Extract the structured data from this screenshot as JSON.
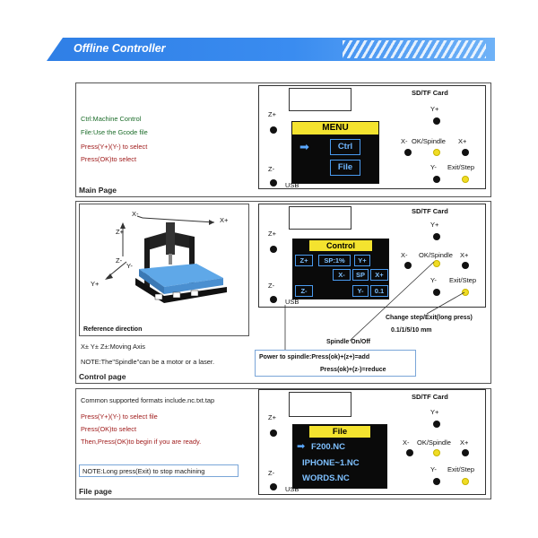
{
  "header": {
    "title": "Offline Controller"
  },
  "common": {
    "sd_card": "SD/TF Card",
    "usb": "USB",
    "z_plus": "Z+",
    "z_minus": "Z-",
    "y_plus": "Y+",
    "y_minus": "Y-",
    "x_minus": "X-",
    "x_plus": "X+",
    "ok_spindle": "OK/Spindle",
    "exit_step": "Exit/Step"
  },
  "main_page": {
    "label": "Main Page",
    "lines": [
      "Ctrl:Machine Control",
      "File:Use the Gcode file",
      "Press(Y+)(Y-) to select",
      "Press(OK)to select"
    ],
    "screen_title": "MENU",
    "arrow": "➡",
    "items": [
      "Ctrl",
      "File"
    ]
  },
  "control_page": {
    "label": "Control page",
    "reference": "Reference direction",
    "axes": {
      "x_minus": "X-",
      "x_plus": "X+",
      "z_plus": "Z+",
      "z_minus": "Z-",
      "y_plus": "Y+",
      "y_minus": "Y-"
    },
    "lines": [
      "X± Y± Z±:Moving Axis",
      "NOTE:The\"Spindle\"can be a motor or a laser."
    ],
    "screen_title": "Control",
    "cells": [
      "Z+",
      "SP:1%",
      "Y+",
      "X-",
      "SP",
      "X+",
      "Z-",
      "Y-",
      "0.1"
    ],
    "annotations": {
      "change_step": "Change step/Exit(long press)",
      "step_values": "0.1/1/5/10 mm",
      "spindle_onoff": "Spindle On/Off",
      "power_1": "Power to spindle:Press(ok)+(z+)=add",
      "power_2": "Press(ok)+(z-)=reduce"
    }
  },
  "file_page": {
    "label": "File page",
    "lines": [
      "Common supported formats include.nc.txt.tap",
      "Press(Y+)(Y-) to select file",
      "Press(OK)to select",
      "Then,Press(OK)to begin if you are ready."
    ],
    "note": "NOTE:Long press(Exit) to stop machining",
    "screen_title": "File",
    "arrow": "➡",
    "files": [
      "F200.NC",
      "IPHONE~1.NC",
      "WORDS.NC"
    ]
  }
}
